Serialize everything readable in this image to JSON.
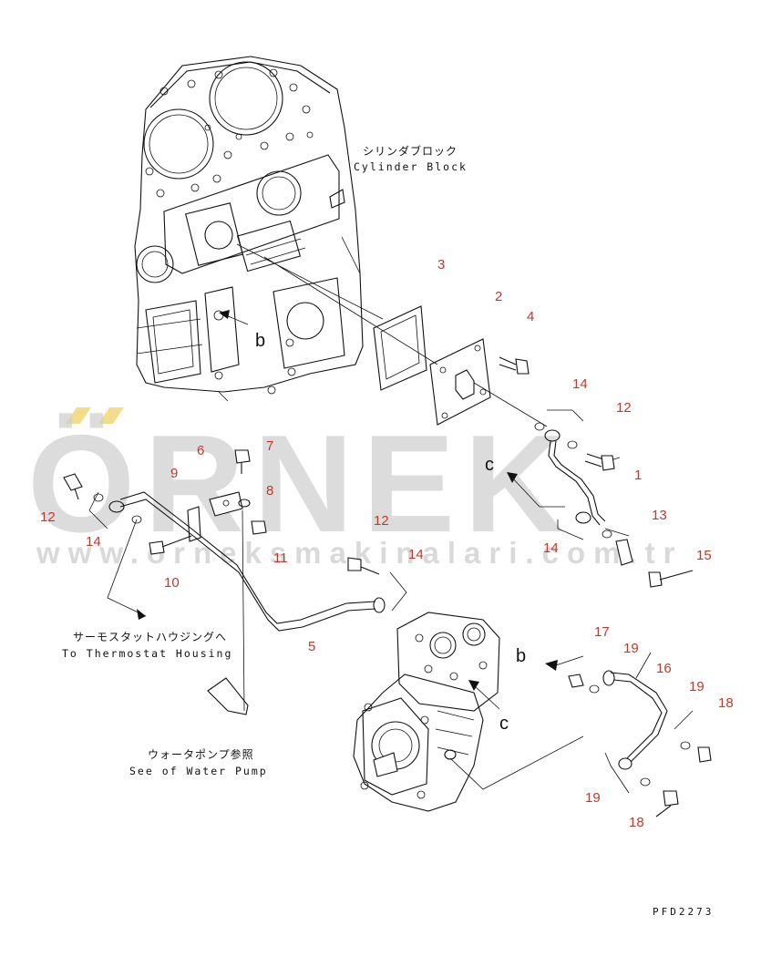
{
  "watermark": {
    "brand": "ÖRNEK",
    "site": "www.orneksmakinalari.com.tr",
    "accent_color": "#f3dc8a",
    "text_color": "#cfcfcf"
  },
  "labels": {
    "cylinder_block_jp": "シリンダブロック",
    "cylinder_block_en": "Cylinder Block",
    "thermostat_jp": "サーモスタットハウジングへ",
    "thermostat_en": "To Thermostat Housing",
    "water_pump_jp": "ウォータポンプ参照",
    "water_pump_en": "See of Water Pump",
    "drawing_code": "PFD2273"
  },
  "view_letters": {
    "b_block": "b",
    "c_pipe": "c",
    "b_compressor": "b",
    "c_compressor": "c"
  },
  "part_number_color": "#c0392b",
  "part_numbers": [
    {
      "id": "p3",
      "text": "3"
    },
    {
      "id": "p2",
      "text": "2"
    },
    {
      "id": "p4",
      "text": "4"
    },
    {
      "id": "p14a",
      "text": "14"
    },
    {
      "id": "p12a",
      "text": "12"
    },
    {
      "id": "p1",
      "text": "1"
    },
    {
      "id": "p13",
      "text": "13"
    },
    {
      "id": "p14b",
      "text": "14"
    },
    {
      "id": "p15",
      "text": "15"
    },
    {
      "id": "p6",
      "text": "6"
    },
    {
      "id": "p7",
      "text": "7"
    },
    {
      "id": "p9",
      "text": "9"
    },
    {
      "id": "p8",
      "text": "8"
    },
    {
      "id": "p12b",
      "text": "12"
    },
    {
      "id": "p14c",
      "text": "14"
    },
    {
      "id": "p10",
      "text": "10"
    },
    {
      "id": "p11",
      "text": "11"
    },
    {
      "id": "p12c",
      "text": "12"
    },
    {
      "id": "p14d",
      "text": "14"
    },
    {
      "id": "p5",
      "text": "5"
    },
    {
      "id": "p17",
      "text": "17"
    },
    {
      "id": "p19a",
      "text": "19"
    },
    {
      "id": "p16",
      "text": "16"
    },
    {
      "id": "p19b",
      "text": "19"
    },
    {
      "id": "p18a",
      "text": "18"
    },
    {
      "id": "p19c",
      "text": "19"
    },
    {
      "id": "p18b",
      "text": "18"
    }
  ]
}
